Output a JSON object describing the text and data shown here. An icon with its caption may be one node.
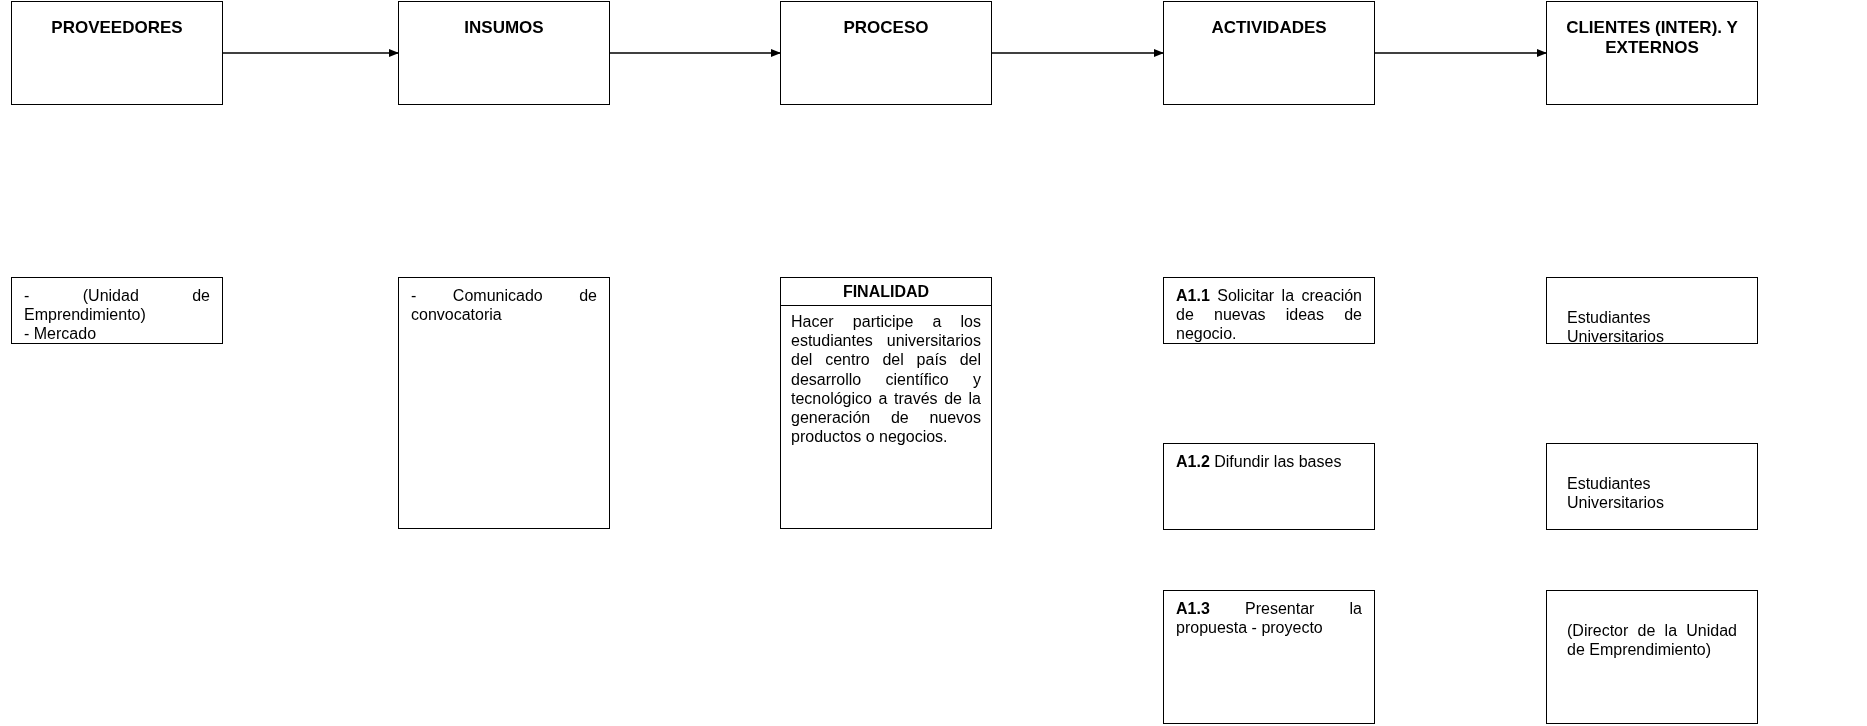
{
  "diagram": {
    "nodes": [
      {
        "text": [
          "PROVEEDORES"
        ]
      },
      {
        "text": [
          "INSUMOS"
        ]
      },
      {
        "text": [
          "PROCESO"
        ]
      },
      {
        "text": [
          "ACTIVIDADES"
        ]
      },
      {
        "text": [
          "CLIENTES (INTER). Y EXTERNOS"
        ]
      },
      {
        "text": [
          "- (Unidad de Emprendimiento)",
          "- Mercado"
        ]
      },
      {
        "text": [
          "- Comunicado de convocatoria"
        ]
      },
      {
        "text": [
          "FINALIDAD",
          "Hacer participe a los estudiantes universitarios del centro del país del desarrollo científico y tecnológico a través de la generación de nuevos productos o negocios."
        ]
      },
      {
        "text": [
          "**A1.1** Solicitar la creación de nuevas ideas de negocio."
        ]
      },
      {
        "text": [
          "**A1.2** Difundir las bases"
        ]
      },
      {
        "text": [
          "**A1.3** Presentar la propuesta - proyecto"
        ]
      },
      {
        "text": [
          "Estudiantes Universitarios"
        ]
      },
      {
        "text": [
          "Estudiantes Universitarios"
        ]
      },
      {
        "text": [
          "(Director de la Unidad de Emprendimiento)"
        ]
      }
    ],
    "edges": [
      {
        "from": 0,
        "to": 1,
        "arrow": "to"
      },
      {
        "from": 1,
        "to": 2,
        "arrow": "to"
      },
      {
        "from": 2,
        "to": 3,
        "arrow": "to"
      },
      {
        "from": 3,
        "to": 4,
        "arrow": "to"
      }
    ]
  }
}
